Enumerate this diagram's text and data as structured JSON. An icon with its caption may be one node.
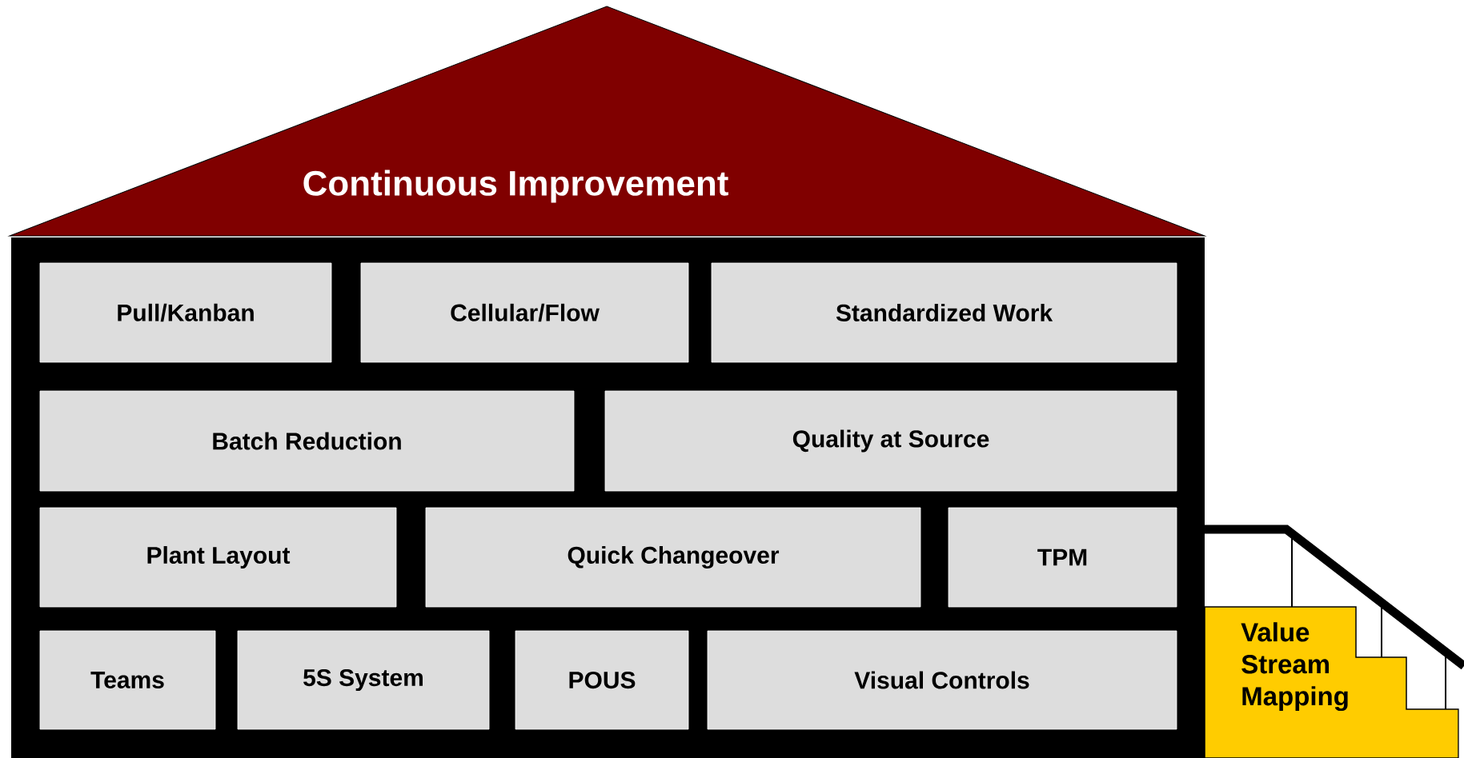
{
  "diagram": {
    "nodes": [
      {
        "text": [
          "Continuous Improvement"
        ]
      },
      {
        "text": [
          "Pull/Kanban"
        ]
      },
      {
        "text": [
          "Cellular/Flow"
        ]
      },
      {
        "text": [
          "Standardized Work"
        ]
      },
      {
        "text": [
          "Batch Reduction"
        ]
      },
      {
        "text": [
          "Quality at Source"
        ]
      },
      {
        "text": [
          "Plant Layout"
        ]
      },
      {
        "text": [
          "Quick Changeover"
        ]
      },
      {
        "text": [
          "TPM"
        ]
      },
      {
        "text": [
          "Teams"
        ]
      },
      {
        "text": [
          "5S System"
        ]
      },
      {
        "text": [
          "POUS"
        ]
      },
      {
        "text": [
          "Visual Controls"
        ]
      },
      {
        "text": [
          "Value Stream Mapping"
        ]
      }
    ]
  }
}
